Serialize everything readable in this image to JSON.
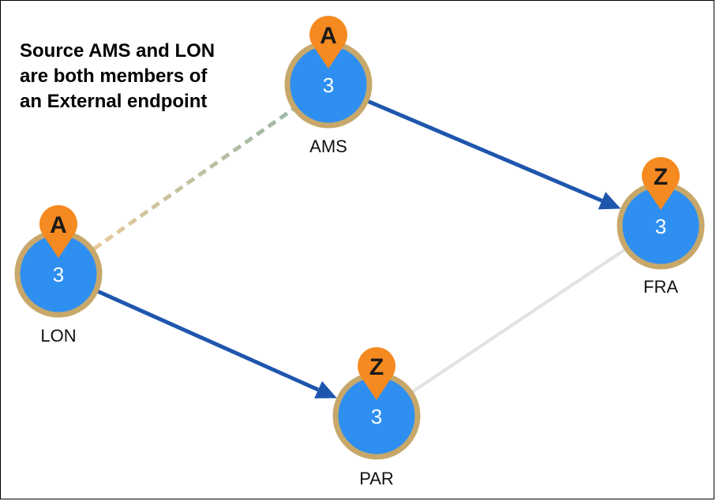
{
  "caption": {
    "lines": [
      "Source AMS and LON",
      "are both members of",
      "an External endpoint"
    ]
  },
  "colors": {
    "node_fill": "#2f8ff0",
    "node_ring": "#c7a86a",
    "pin_fill": "#f58a20",
    "active_edge": "#1f56ad",
    "inactive_edge": "#e2e2e2",
    "dashed_edge_start": "#e7c99a",
    "dashed_edge_end": "#9bb8a6"
  },
  "nodes": [
    {
      "id": "ams",
      "label": "AMS",
      "count": "3",
      "pin": "A"
    },
    {
      "id": "lon",
      "label": "LON",
      "count": "3",
      "pin": "A"
    },
    {
      "id": "fra",
      "label": "FRA",
      "count": "3",
      "pin": "Z"
    },
    {
      "id": "par",
      "label": "PAR",
      "count": "3",
      "pin": "Z"
    }
  ],
  "edges": [
    {
      "from": "lon",
      "to": "ams",
      "style": "dashed"
    },
    {
      "from": "ams",
      "to": "fra",
      "style": "arrow"
    },
    {
      "from": "lon",
      "to": "par",
      "style": "arrow"
    },
    {
      "from": "par",
      "to": "fra",
      "style": "faint"
    }
  ]
}
